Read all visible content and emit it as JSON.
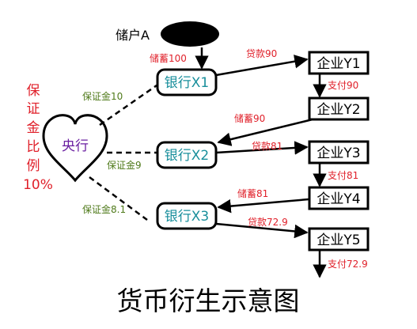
{
  "depositor": "储户A",
  "central_bank": "央行",
  "reserve_ratio_chars": [
    "保",
    "证",
    "金",
    "比",
    "例"
  ],
  "reserve_ratio_value": "10%",
  "banks": [
    "银行X1",
    "银行X2",
    "银行X3"
  ],
  "enterprises": [
    "企业Y1",
    "企业Y2",
    "企业Y3",
    "企业Y4",
    "企业Y5"
  ],
  "flows": {
    "deposit_1": "储蓄100",
    "loan_1": "贷款90",
    "pay_1": "支付90",
    "deposit_2": "储蓄90",
    "loan_2": "贷款81",
    "pay_2": "支付81",
    "deposit_3": "储蓄81",
    "loan_3": "贷款72.9",
    "pay_3": "支付72.9"
  },
  "reserves": [
    "保证金10",
    "保证金9",
    "保证金8.1"
  ],
  "title": "货币衍生示意图"
}
